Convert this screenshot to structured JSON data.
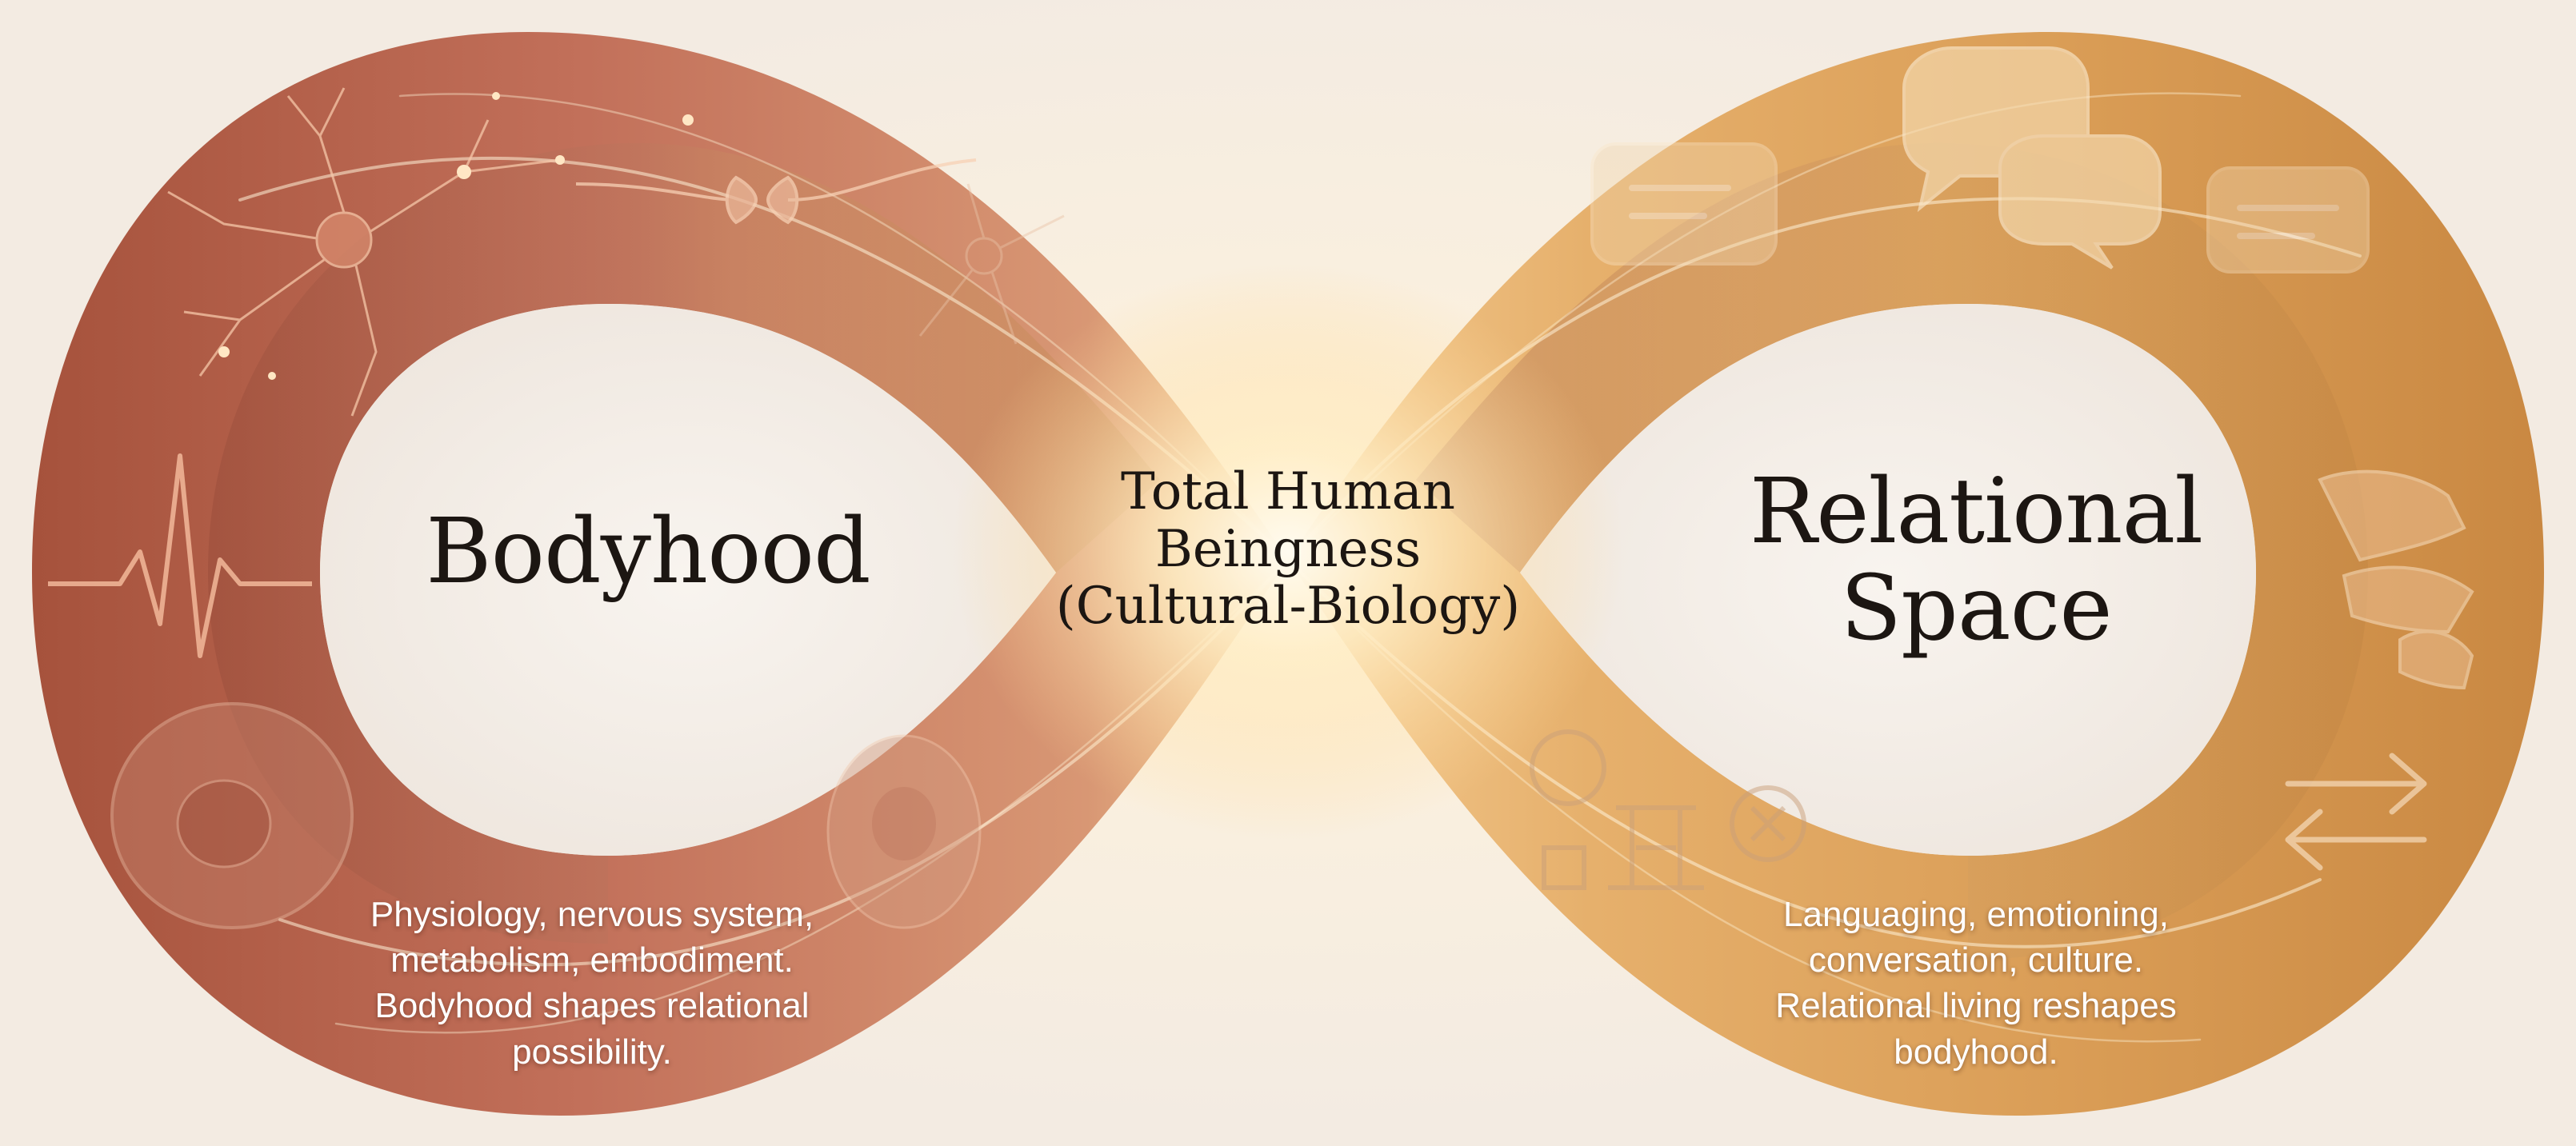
{
  "left_loop": {
    "title": "Bodyhood",
    "description": [
      "Physiology, nervous system,",
      "metabolism, embodiment.",
      "Bodyhood shapes relational",
      "possibility."
    ],
    "color": "#b3614a"
  },
  "center": {
    "title": [
      "Total Human",
      "Beingness",
      "(Cultural-Biology)"
    ],
    "glow_color": "#fff3d6"
  },
  "right_loop": {
    "title": [
      "Relational",
      "Space"
    ],
    "description": [
      "Languaging, emotioning,",
      "conversation, culture.",
      "Relational living reshapes",
      "bodyhood."
    ],
    "color": "#d9a45c"
  },
  "icons": [
    "neuron-icon",
    "synapse-icon",
    "heartbeat-icon",
    "cell-icon",
    "speech-bubble-icon",
    "chat-bubble-icon",
    "hands-icon",
    "exchange-arrows-icon",
    "culture-symbol-icon"
  ]
}
